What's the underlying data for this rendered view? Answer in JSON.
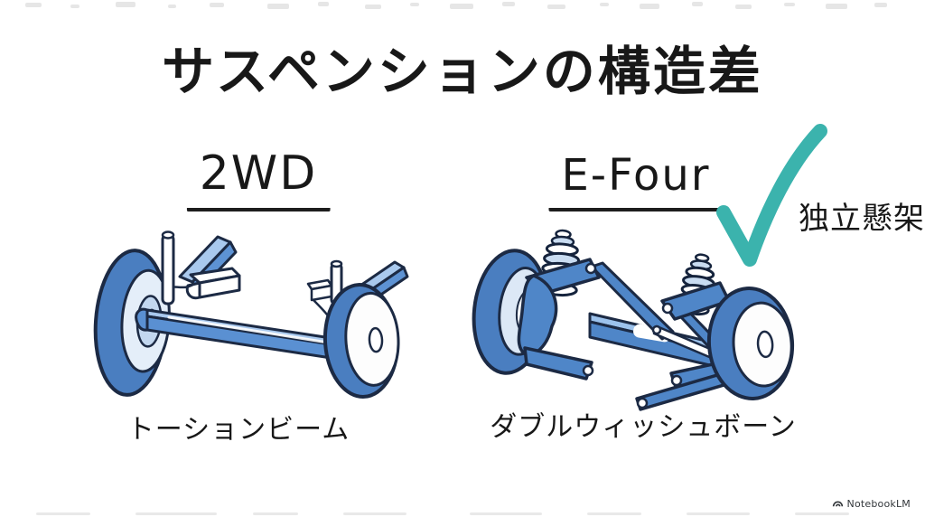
{
  "slide": {
    "title": "サスペンションの構造差",
    "panels": {
      "left": {
        "heading": "2WD",
        "caption": "トーションビーム",
        "illustration": "torsion-beam-suspension"
      },
      "right": {
        "heading": "E-Four",
        "caption": "ダブルウィッシュボーン",
        "annotation": "独立懸架",
        "illustration": "double-wishbone-suspension",
        "check_icon": "checkmark-icon"
      }
    },
    "watermark": {
      "label": "NotebookLM"
    },
    "colors": {
      "background": "#FFFFFF",
      "ink": "#1F1F1F",
      "check_teal": "#3BB3AD",
      "illustration_blue": "#4A7EC0",
      "illustration_beam_blue": "#5A90D2",
      "illustration_light_blue": "#A7C8EE",
      "illustration_pale": "#E4EEF9",
      "outline_navy": "#1C2A44"
    }
  }
}
